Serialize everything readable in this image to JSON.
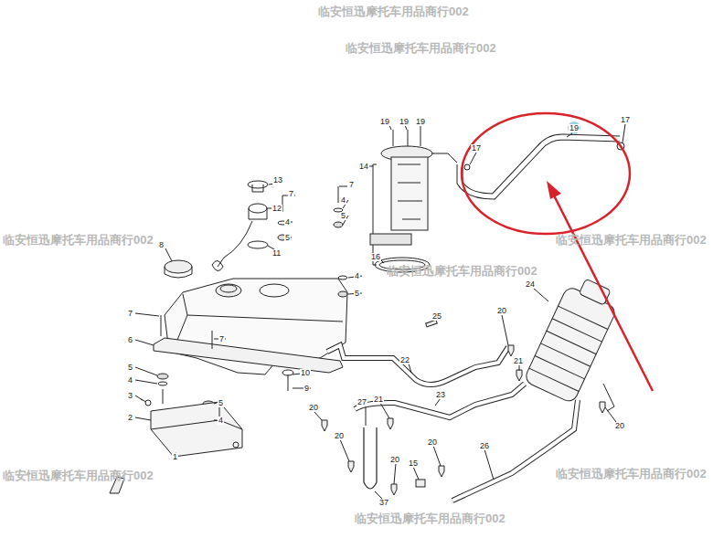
{
  "diagram": {
    "labels": [
      "临安恒迅摩托车用品商行002",
      "临安恒迅摩托车用品商行002",
      "19",
      "19",
      "19",
      "19",
      "17",
      "17",
      "14",
      "13",
      "7",
      "7",
      "12",
      "4",
      "4",
      "5",
      "5",
      "临安恒迅摩托车用品商行002",
      "临安恒迅摩托车用品商行002",
      "8",
      "11",
      "16",
      "临安恒迅摩托车用品商行002",
      "4",
      "24",
      "5",
      "7",
      "20",
      "25",
      "6",
      "7",
      "22",
      "21",
      "5",
      "10",
      "4",
      "9",
      "23",
      "3",
      "27",
      "21",
      "5",
      "20",
      "2",
      "4",
      "20",
      "20",
      "20",
      "26",
      "1",
      "20",
      "15",
      "临安恒迅摩托车用品商行002",
      "临安恒迅摩托车用品商行002",
      "37",
      "临安恒迅摩托车用品商行002"
    ]
  }
}
